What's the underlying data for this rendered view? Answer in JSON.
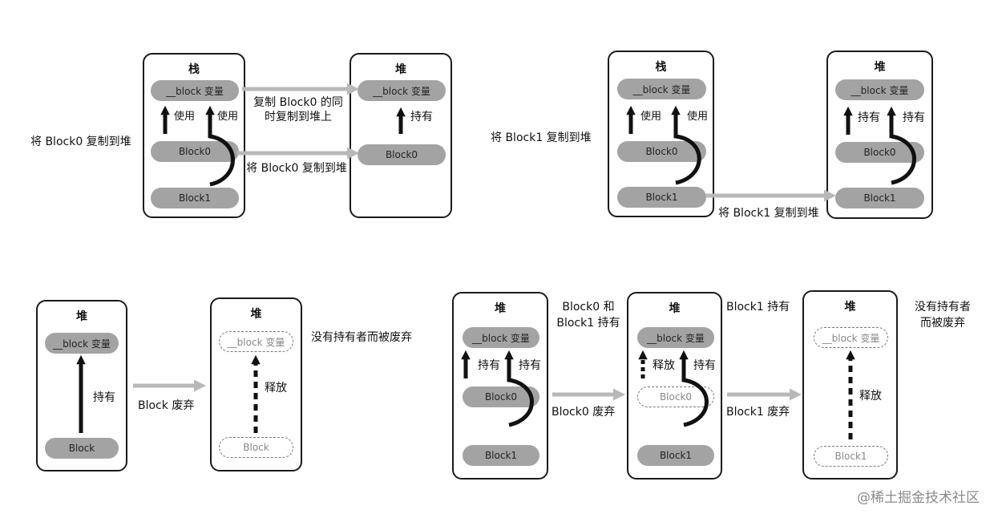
{
  "stack": "栈",
  "heap": "堆",
  "block_var": "__block 变量",
  "block0": "Block0",
  "block1": "Block1",
  "block": "Block",
  "use": "使用",
  "hold": "持有",
  "release": "释放",
  "panel1": {
    "side_label": "将 Block0 复制到堆",
    "copy_var_label_line1": "复制 Block0 的同",
    "copy_var_label_line2": "时复制到堆上",
    "copy_block_label": "将 Block0 复制到堆"
  },
  "panel2": {
    "side_label": "将 Block1 复制到堆",
    "copy_label": "将 Block1 复制到堆"
  },
  "panel3": {
    "discard_label": "Block 废弃",
    "result_label": "没有持有者而被废弃"
  },
  "panel4": {
    "holders_line1": "Block0 和",
    "holders_line2": "Block1 持有",
    "discard0_label": "Block0 废弃",
    "holder1_label": "Block1 持有",
    "discard1_label": "Block1 废弃",
    "result_line1": "没有持有者",
    "result_line2": "而被废弃"
  },
  "watermark": "@稀土掘金技术社区"
}
